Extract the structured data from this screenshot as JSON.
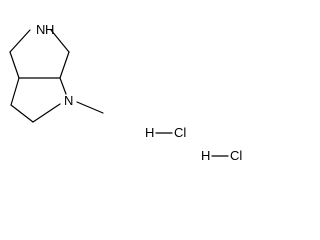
{
  "molecule": {
    "atoms": {
      "nh_label": "N",
      "nh_hydrogen": "H",
      "n_methyl_label": "N"
    },
    "salts": [
      {
        "h": "H",
        "cl": "Cl"
      },
      {
        "h": "H",
        "cl": "Cl"
      }
    ]
  }
}
